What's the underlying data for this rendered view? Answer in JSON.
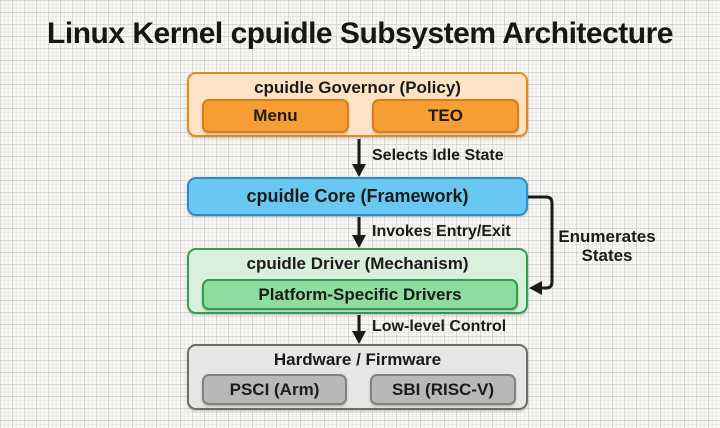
{
  "title": "Linux Kernel cpuidle Subsystem Architecture",
  "colors": {
    "bg": "#f8f6f3",
    "text": "#1b1b1b",
    "arrow": "#1b1b1b",
    "governor-fill": "#fce3c6",
    "governor-border": "#e8871f",
    "governor-inner-fill": "#f69d33",
    "governor-inner-border": "#db7d15",
    "core-fill": "#68c8f2",
    "core-border": "#2f8cc7",
    "driver-fill": "#d9f0da",
    "driver-border": "#31a053",
    "driver-inner-fill": "#8edc9e",
    "driver-inner-border": "#2f9e4f",
    "hardware-fill": "#e7e6e4",
    "hardware-border": "#6d6d6d",
    "hardware-inner-fill": "#b9b8b6",
    "hardware-inner-border": "#828282"
  },
  "layers": {
    "governor": {
      "title": "cpuidle Governor (Policy)",
      "items": [
        {
          "label": "Menu"
        },
        {
          "label": "TEO"
        }
      ]
    },
    "core": {
      "title": "cpuidle Core (Framework)"
    },
    "driver": {
      "title": "cpuidle Driver (Mechanism)",
      "items": [
        {
          "label": "Platform-Specific Drivers"
        }
      ]
    },
    "hardware": {
      "title": "Hardware / Firmware",
      "items": [
        {
          "label": "PSCI (Arm)"
        },
        {
          "label": "SBI (RISC-V)"
        }
      ]
    }
  },
  "edges": {
    "governor_to_core": "Selects Idle State",
    "core_to_driver": "Invokes Entry/Exit",
    "driver_to_hardware": "Low-level Control",
    "core_to_driver_side": "Enumerates States"
  }
}
